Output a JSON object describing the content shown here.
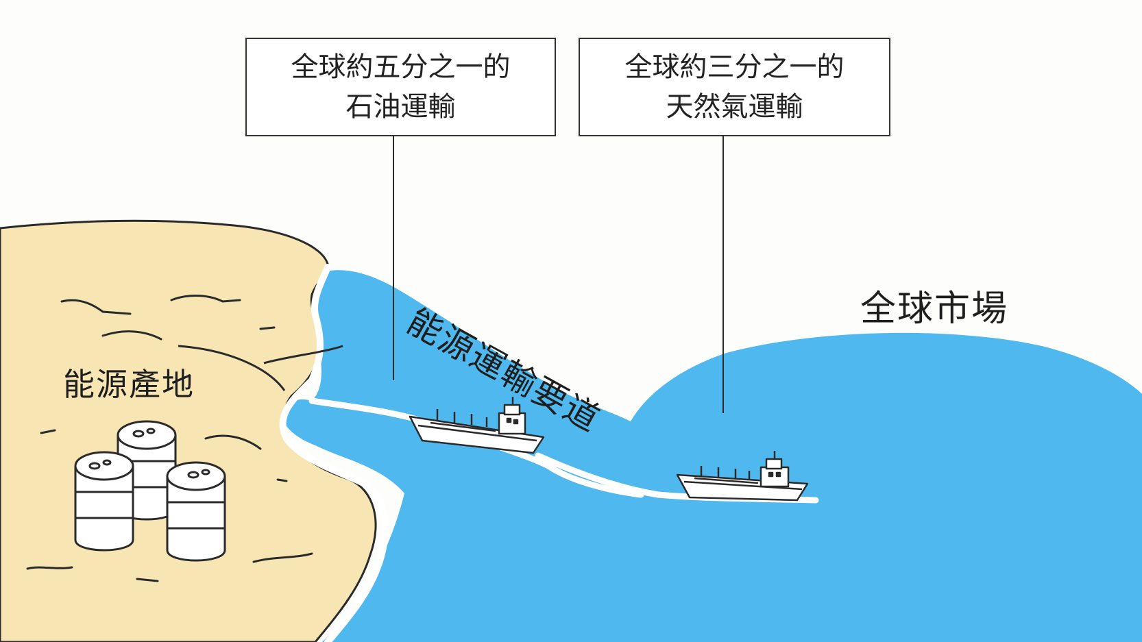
{
  "callouts": {
    "oil": {
      "line1": "全球約五分之一的",
      "line2": "石油運輸"
    },
    "gas": {
      "line1": "全球約三分之一的",
      "line2": "天然氣運輸"
    }
  },
  "labels": {
    "origin": "能源產地",
    "route": "能源運輸要道",
    "market": "全球市場"
  },
  "colors": {
    "sea": "#4fb9ef",
    "land": "#f7e5b3",
    "outline": "#2a2a2a",
    "ship_hull": "#ffffff"
  },
  "icons": [
    "oil-barrel-icon",
    "tanker-ship-icon"
  ]
}
